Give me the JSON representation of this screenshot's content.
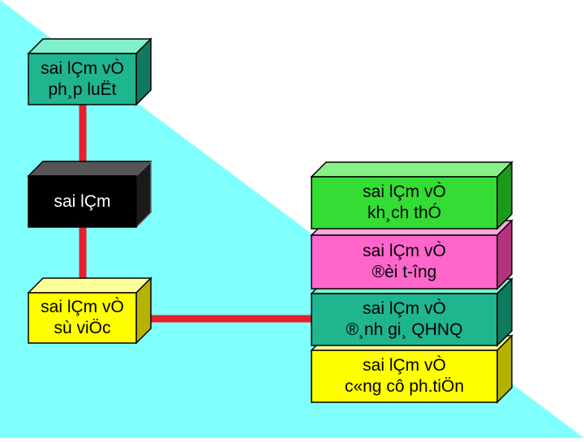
{
  "colors": {
    "background_cyan": "#80ffff",
    "background_white": "#ffffff",
    "teal_box": "#1fb58f",
    "black_box": "#000000",
    "yellow_box": "#ffff00",
    "green_box": "#33dd33",
    "pink_box": "#ff66cc",
    "connector": "#e8202a"
  },
  "boxes": {
    "legal": {
      "label": "sai lÇm vÒ\nph¸p luËt"
    },
    "main": {
      "label": "sai lÇm"
    },
    "fact": {
      "label": "sai lÇm vÒ\nsù viÖc"
    },
    "object": {
      "label": "sai lÇm vÒ\nkh¸ch thÓ"
    },
    "subject": {
      "label": "sai lÇm vÒ\n®èi t-îng"
    },
    "assess": {
      "label": "sai lÇm vÒ\n®¸nh gi¸ QHNQ"
    },
    "tool": {
      "label": "sai lÇm vÒ\nc«ng cô ph.tiÖn"
    }
  }
}
